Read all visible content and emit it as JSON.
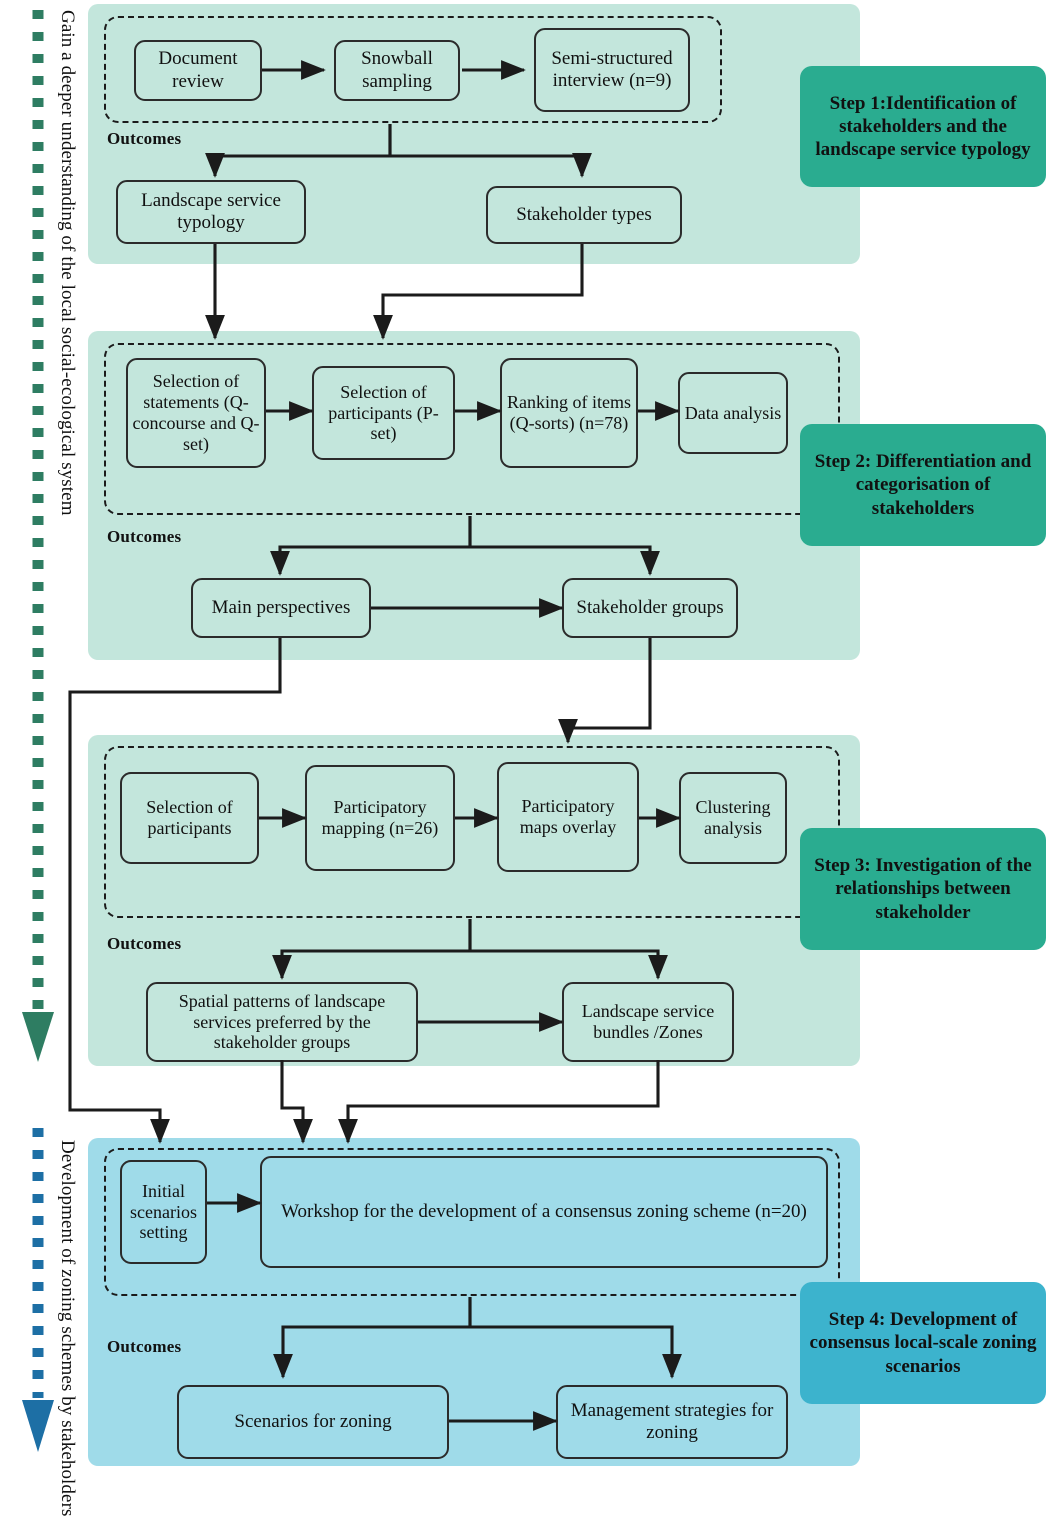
{
  "figure": {
    "type": "flowchart",
    "title": "Four-step participatory zoning methodology flowchart",
    "colors": {
      "panel_green": "#c3e6dc",
      "panel_blue": "#9fdbe9",
      "badge_green": "#2aac90",
      "badge_blue": "#3cb3cd",
      "rail_green": "#2e7d62",
      "rail_blue": "#1d6fa5",
      "stroke": "#2b2b2b"
    }
  },
  "rails": [
    {
      "id": "rail-green",
      "label": "Gain a deeper understanding of the local social-ecological system",
      "color": "#2e7d62"
    },
    {
      "id": "rail-blue",
      "label": "Development of zoning schemes by stakeholders",
      "color": "#1d6fa5"
    }
  ],
  "outcomes_caption": "Outcomes",
  "steps": [
    {
      "id": "step1",
      "badge": "Step 1:Identification of stakeholders and the landscape service typology",
      "badge_color": "green",
      "process": [
        {
          "id": "s1-p1",
          "label": "Document review"
        },
        {
          "id": "s1-p2",
          "label": "Snowball sampling"
        },
        {
          "id": "s1-p3",
          "label": "Semi-structured interview (n=9)"
        }
      ],
      "outcomes": [
        {
          "id": "s1-o1",
          "label": "Landscape service typology"
        },
        {
          "id": "s1-o2",
          "label": "Stakeholder types"
        }
      ]
    },
    {
      "id": "step2",
      "badge": "Step 2: Differentiation and categorisation of stakeholders",
      "badge_color": "green",
      "process": [
        {
          "id": "s2-p1",
          "label": "Selection of statements (Q-concourse and Q-set)"
        },
        {
          "id": "s2-p2",
          "label": "Selection of participants (P-set)"
        },
        {
          "id": "s2-p3",
          "label": "Ranking of items (Q-sorts) (n=78)"
        },
        {
          "id": "s2-p4",
          "label": "Data analysis"
        }
      ],
      "outcomes": [
        {
          "id": "s2-o1",
          "label": "Main perspectives"
        },
        {
          "id": "s2-o2",
          "label": "Stakeholder groups"
        }
      ]
    },
    {
      "id": "step3",
      "badge": "Step 3: Investigation of the relationships between stakeholder",
      "badge_color": "green",
      "process": [
        {
          "id": "s3-p1",
          "label": "Selection of participants"
        },
        {
          "id": "s3-p2",
          "label": "Participatory mapping (n=26)"
        },
        {
          "id": "s3-p3",
          "label": "Participatory maps overlay"
        },
        {
          "id": "s3-p4",
          "label": "Clustering analysis"
        }
      ],
      "outcomes": [
        {
          "id": "s3-o1",
          "label": "Spatial patterns of landscape services preferred by the stakeholder groups"
        },
        {
          "id": "s3-o2",
          "label": "Landscape service bundles /Zones"
        }
      ]
    },
    {
      "id": "step4",
      "badge": "Step 4: Development of consensus local-scale zoning scenarios",
      "badge_color": "blue",
      "process": [
        {
          "id": "s4-p1",
          "label": "Initial scenarios setting"
        },
        {
          "id": "s4-p2",
          "label": "Workshop for the development of a consensus zoning scheme (n=20)"
        }
      ],
      "outcomes": [
        {
          "id": "s4-o1",
          "label": "Scenarios for zoning"
        },
        {
          "id": "s4-o2",
          "label": "Management strategies for zoning"
        }
      ]
    }
  ]
}
